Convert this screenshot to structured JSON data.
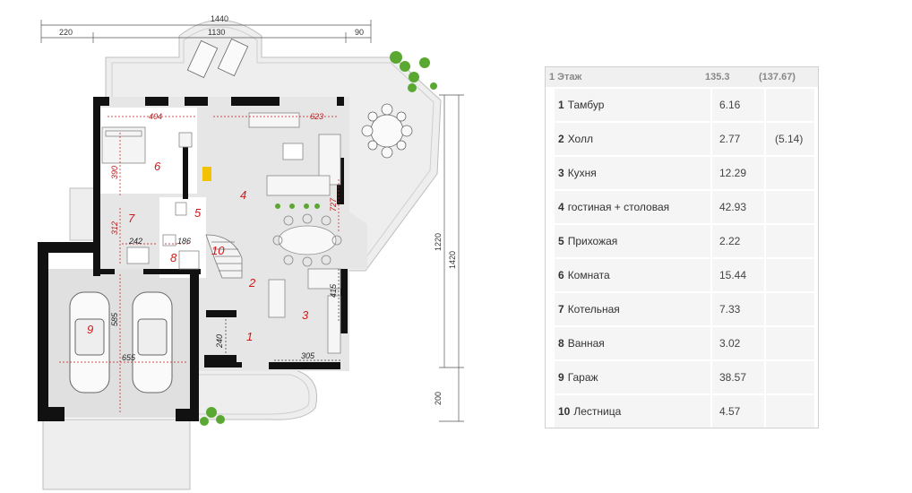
{
  "plan": {
    "dimensions": {
      "top_total": "1440",
      "top_left": "220",
      "top_mid": "1130",
      "top_right": "90",
      "right_1": "1220",
      "right_2": "1420",
      "right_3": "200",
      "r404": "404",
      "r623": "623",
      "r390": "390",
      "r312": "312",
      "r242": "242",
      "r186": "186",
      "r727": "727",
      "r415": "415",
      "r585": "585",
      "r655": "655",
      "r240": "240",
      "r305": "305"
    },
    "room_numbers": [
      "1",
      "2",
      "3",
      "4",
      "5",
      "6",
      "7",
      "8",
      "9",
      "10"
    ]
  },
  "table": {
    "header": {
      "name": "1 Этаж",
      "area": "135.3",
      "total": "(137.67)"
    },
    "rows": [
      {
        "num": "1",
        "name": "Тамбур",
        "area": "6.16",
        "extra": ""
      },
      {
        "num": "2",
        "name": "Холл",
        "area": "2.77",
        "extra": "(5.14)"
      },
      {
        "num": "3",
        "name": "Кухня",
        "area": "12.29",
        "extra": ""
      },
      {
        "num": "4",
        "name": "гостиная + столовая",
        "area": "42.93",
        "extra": ""
      },
      {
        "num": "5",
        "name": "Прихожая",
        "area": "2.22",
        "extra": ""
      },
      {
        "num": "6",
        "name": "Комната",
        "area": "15.44",
        "extra": ""
      },
      {
        "num": "7",
        "name": "Котельная",
        "area": "7.33",
        "extra": ""
      },
      {
        "num": "8",
        "name": "Ванная",
        "area": "3.02",
        "extra": ""
      },
      {
        "num": "9",
        "name": "Гараж",
        "area": "38.57",
        "extra": ""
      },
      {
        "num": "10",
        "name": "Лестница",
        "area": "4.57",
        "extra": ""
      }
    ]
  }
}
